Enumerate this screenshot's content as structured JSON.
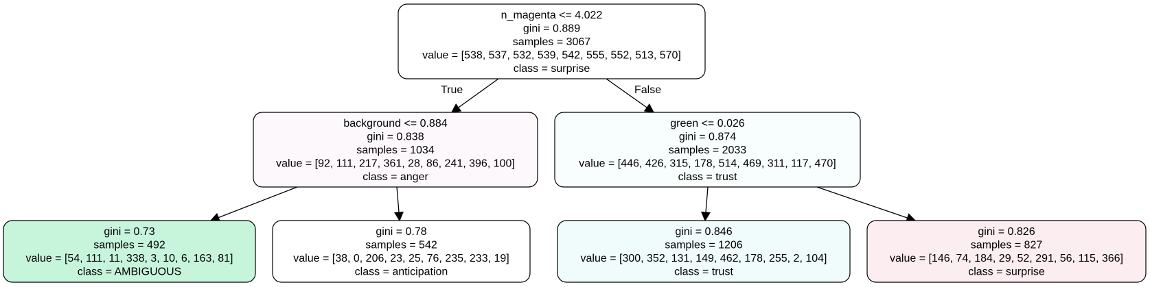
{
  "tree": {
    "nodes": [
      {
        "id": "root",
        "fill": "#ffffff",
        "lines": [
          "n_magenta <= 4.022",
          "gini = 0.889",
          "samples = 3067",
          "value = [538, 537, 532, 539, 542, 555, 552, 513, 570]",
          "class = surprise"
        ]
      },
      {
        "id": "left",
        "fill": "#fdf8fc",
        "lines": [
          "background <= 0.884",
          "gini = 0.838",
          "samples = 1034",
          "value = [92, 111, 217, 361, 28, 86, 241, 396, 100]",
          "class = anger"
        ]
      },
      {
        "id": "right",
        "fill": "#f8fdfd",
        "lines": [
          "green <= 0.026",
          "gini = 0.874",
          "samples = 2033",
          "value = [446, 426, 315, 178, 514, 469, 311, 117, 470]",
          "class = trust"
        ]
      },
      {
        "id": "left-left",
        "fill": "#c6f5dc",
        "lines": [
          "gini = 0.73",
          "samples = 492",
          "value = [54, 111, 11, 338, 3, 10, 6, 163, 81]",
          "class = AMBIGUOUS"
        ]
      },
      {
        "id": "left-right",
        "fill": "#ffffff",
        "lines": [
          "gini = 0.78",
          "samples = 542",
          "value = [38, 0, 206, 23, 25, 76, 235, 233, 19]",
          "class = anticipation"
        ]
      },
      {
        "id": "right-left",
        "fill": "#effcfb",
        "lines": [
          "gini = 0.846",
          "samples = 1206",
          "value = [300, 352, 131, 149, 462, 178, 255, 2, 104]",
          "class = trust"
        ]
      },
      {
        "id": "right-right",
        "fill": "#fcedf0",
        "lines": [
          "gini = 0.826",
          "samples = 827",
          "value = [146, 74, 184, 29, 52, 291, 56, 115, 366]",
          "class = surprise"
        ]
      }
    ],
    "edges": [
      {
        "from": "root",
        "to": "left",
        "label": "True"
      },
      {
        "from": "root",
        "to": "right",
        "label": "False"
      },
      {
        "from": "left",
        "to": "left-left",
        "label": ""
      },
      {
        "from": "left",
        "to": "left-right",
        "label": ""
      },
      {
        "from": "right",
        "to": "right-left",
        "label": ""
      },
      {
        "from": "right",
        "to": "right-right",
        "label": ""
      }
    ]
  }
}
